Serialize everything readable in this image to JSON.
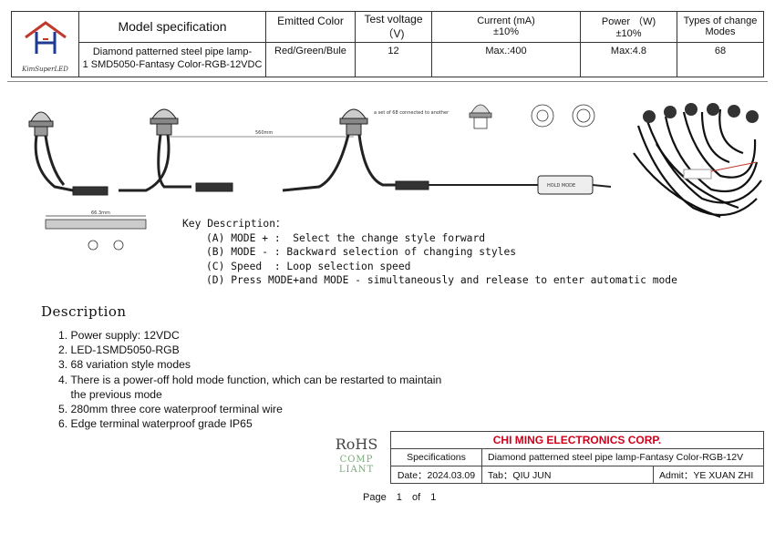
{
  "logo": {
    "brand": "KimSuperLED"
  },
  "spec": {
    "headers": [
      "Model specification",
      "Emitted Color",
      "Test voltage\n（V)",
      "Current (mA)\n±10%",
      "Power （W)\n±10%",
      "Types of change\nModes"
    ],
    "h_model": "Model specification",
    "h_color": "Emitted Color",
    "h_voltage_1": "Test voltage",
    "h_voltage_2": "（V)",
    "h_current_1": "Current (mA)",
    "h_current_2": "±10%",
    "h_power_1": "Power （W)",
    "h_power_2": "±10%",
    "h_modes_1": "Types of change",
    "h_modes_2": "Modes",
    "model_1": "Diamond patterned steel pipe lamp-",
    "model_2": "1 SMD5050-Fantasy Color-RGB-12VDC",
    "color": "Red/Green/Bule",
    "voltage": "12",
    "current": "Max.:400",
    "power": "Max:4.8",
    "modes": "68"
  },
  "drawing": {
    "dim_length": "560mm",
    "dim_small": "66.3mm",
    "note_led": "a set of 68 connected to another",
    "controller_label": "HOLD  MODE"
  },
  "key": {
    "title": "Key Description：",
    "a": "(A) MODE + :  Select the change style forward",
    "b": "(B) MODE - : Backward selection of changing styles",
    "c": "(C) Speed  : Loop selection speed",
    "d": "(D) Press MODE+and MODE - simultaneously and release to enter automatic mode"
  },
  "description": {
    "title": "Description",
    "items": [
      "1.  Power supply: 12VDC",
      "2. LED-1SMD5050-RGB",
      "3. 68 variation style modes",
      "4. There is a power-off hold mode function, which can be restarted to maintain",
      "    the previous mode",
      "5.  280mm three core waterproof terminal wire",
      "6.  Edge terminal waterproof grade IP65"
    ]
  },
  "rohs": {
    "line1": "RoHS",
    "line2": "COMP LIANT"
  },
  "corp": {
    "name": "CHI MING ELECTRONICS CORP.",
    "spec_label": "Specifications",
    "spec_value": "Diamond patterned steel pipe lamp-Fantasy Color-RGB-12V",
    "date": "Date：2024.03.09",
    "tab": "Tab：QIU JUN",
    "admit": "Admit：YE XUAN ZHI"
  },
  "page": {
    "label": "Page",
    "current": "1",
    "of": "of",
    "total": "1"
  },
  "colors": {
    "corp_red": "#d0021b",
    "wire": "#222222",
    "rohs_green": "#7aa87a"
  }
}
